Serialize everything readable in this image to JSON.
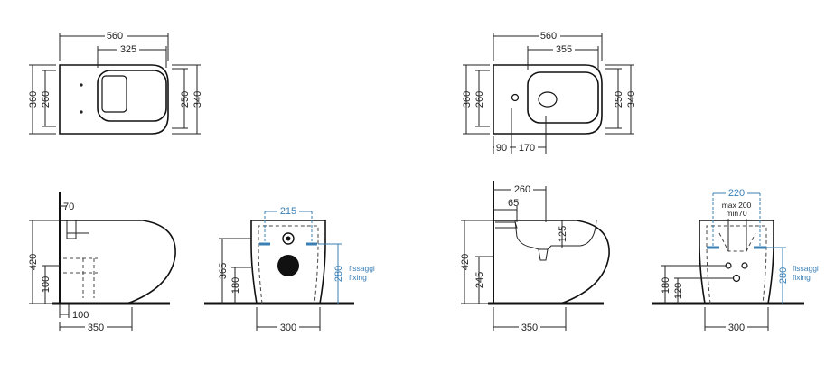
{
  "wc_top": {
    "width_total": "560",
    "width_inner": "325",
    "depth_total": "360",
    "depth_inner": "260",
    "right_depth_inner": "250",
    "right_depth_total": "340"
  },
  "bidet_top": {
    "width_total": "560",
    "width_inner": "355",
    "depth_total": "360",
    "depth_inner": "260",
    "right_depth_inner": "250",
    "right_depth_total": "340",
    "offset_left": "90",
    "offset_hole": "170"
  },
  "wc_side": {
    "height": "420",
    "outlet": "70",
    "drain_height": "100",
    "drain_offset": "100",
    "length": "350"
  },
  "wc_front": {
    "fix_spacing": "215",
    "inlet_height": "365",
    "drain_height": "180",
    "fix_height": "280",
    "fix_label_it": "fissaggi",
    "fix_label_en": "fixing",
    "width": "300"
  },
  "bidet_side": {
    "length_top": "260",
    "tap": "65",
    "rim_depth": "125",
    "height": "420",
    "drain_height": "245",
    "length": "350"
  },
  "bidet_front": {
    "fix_spacing": "220",
    "supply_max": "max 200",
    "supply_min": "min70",
    "height_180": "180",
    "height_120": "120",
    "fix_height": "280",
    "fix_label_it": "fissaggi",
    "fix_label_en": "fixing",
    "width": "300"
  },
  "colors": {
    "line": "#222222",
    "accent": "#3a7fb5"
  }
}
